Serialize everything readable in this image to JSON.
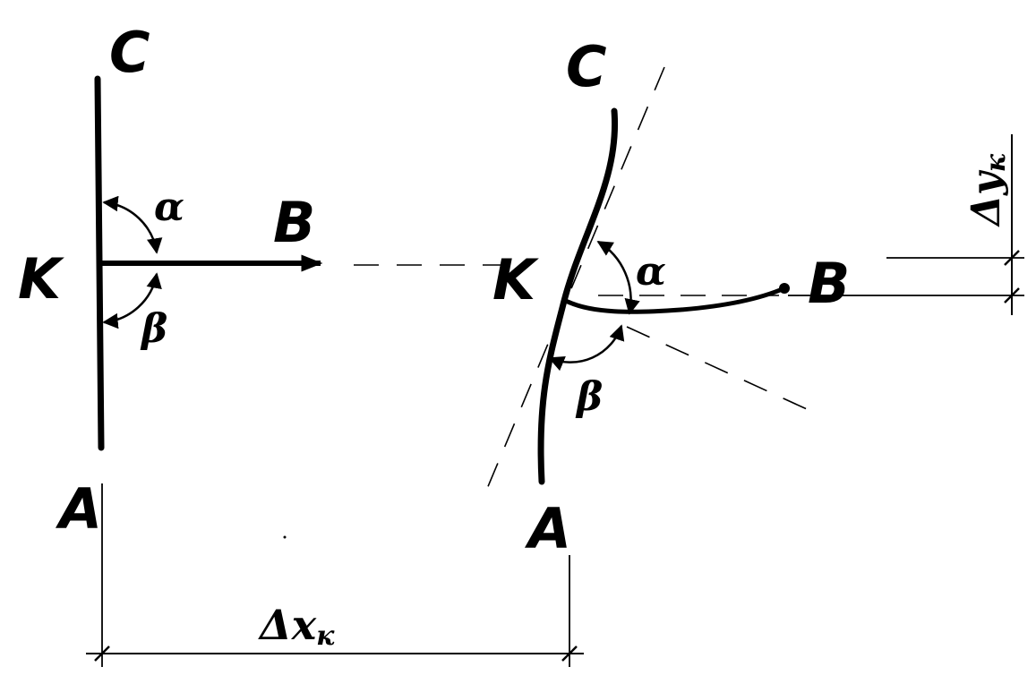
{
  "diagram": {
    "left": {
      "label_c": "C",
      "label_k": "K",
      "label_b": "B",
      "label_a": "A",
      "angle_alpha": "α",
      "angle_beta": "β"
    },
    "right": {
      "label_c": "C",
      "label_k": "K",
      "label_b": "B",
      "label_a": "A",
      "angle_alpha": "α",
      "angle_beta": "β"
    },
    "dimensions": {
      "horizontal": "Δx",
      "horizontal_sub": "к",
      "vertical": "Δy",
      "vertical_sub": "к"
    },
    "colors": {
      "ink": "#000000",
      "paper": "#ffffff"
    }
  }
}
